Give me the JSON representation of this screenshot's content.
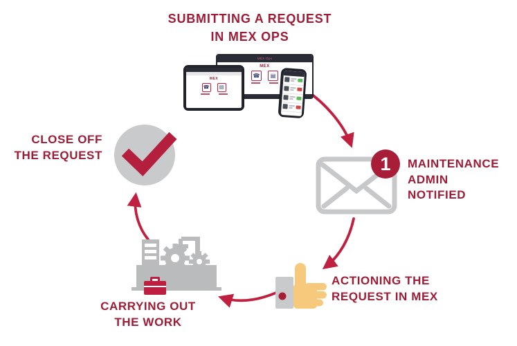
{
  "colors": {
    "maroon": "#9E1C35",
    "crimson": "#C0203F",
    "badge_red": "#A81D38",
    "check_red": "#B51F3E",
    "icon_gray": "#C7C8CA",
    "machine_gray": "#B9BBBD",
    "hand_tan": "#F6C97D",
    "cuff_gray": "#C9CACB",
    "toolbox_red": "#BE1F41",
    "device_dark": "#22252E"
  },
  "title": {
    "line1": "SUBMITTING A REQUEST",
    "line2": "IN MEX OPS"
  },
  "steps": {
    "notified": {
      "line1": "MAINTENANCE",
      "line2": "ADMIN",
      "line3": "NOTIFIED",
      "badge_count": "1"
    },
    "actioning": {
      "line1": "ACTIONING THE",
      "line2": "REQUEST IN MEX"
    },
    "carrying": {
      "line1": "CARRYING OUT",
      "line2": "THE WORK"
    },
    "closeoff": {
      "line1": "CLOSE OFF",
      "line2": "THE REQUEST"
    }
  },
  "devices": {
    "monitor_app_title": "MEX Ops",
    "logo_text": "MEX",
    "phone_status_colors": [
      "#5BBD5B",
      "#D64541",
      "#5BBD5B",
      "#D64541"
    ]
  },
  "icons": {
    "devices": "devices-icon",
    "envelope": "envelope-icon",
    "notification_badge": "notification-badge",
    "thumbs_up": "thumbs-up-icon",
    "machinery": "machinery-icon",
    "checkmark": "checkmark-icon",
    "arrows": "flow-arrow"
  }
}
